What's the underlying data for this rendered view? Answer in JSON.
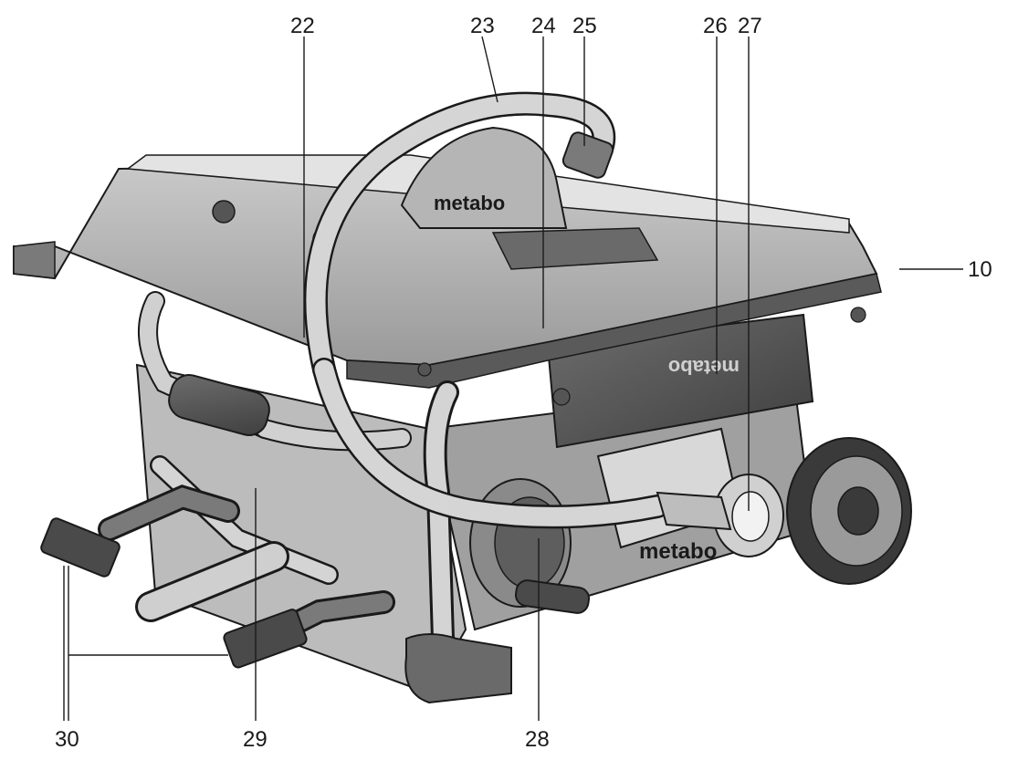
{
  "diagram": {
    "callouts": [
      {
        "id": "c22",
        "label": "22"
      },
      {
        "id": "c23",
        "label": "23"
      },
      {
        "id": "c24",
        "label": "24"
      },
      {
        "id": "c25",
        "label": "25"
      },
      {
        "id": "c26",
        "label": "26"
      },
      {
        "id": "c27",
        "label": "27"
      },
      {
        "id": "c10",
        "label": "10"
      },
      {
        "id": "c30",
        "label": "30"
      },
      {
        "id": "c29",
        "label": "29"
      },
      {
        "id": "c28",
        "label": "28"
      }
    ],
    "brand_marks": [
      "metabo",
      "metabo",
      "metabo"
    ],
    "colors": {
      "ink": "#1a1a1a",
      "body": "#8a8a8a",
      "dark": "#4a4a4a",
      "light": "#d9d9d9"
    }
  }
}
